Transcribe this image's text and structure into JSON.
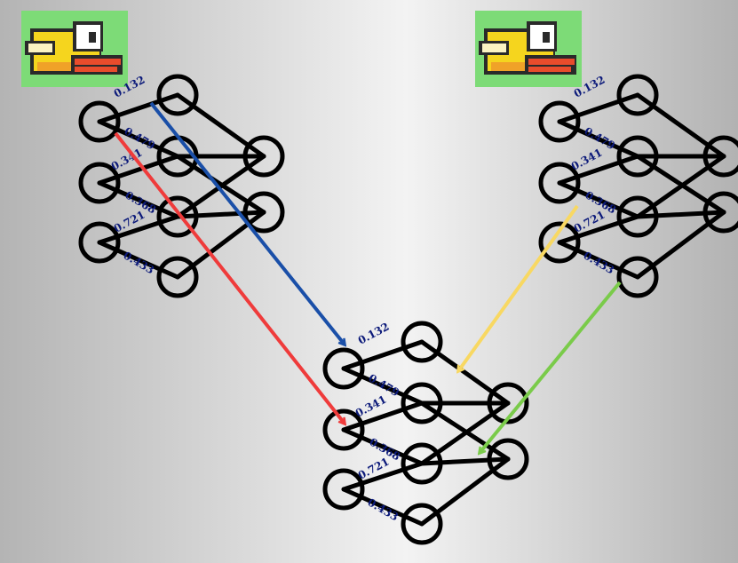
{
  "networks": [
    {
      "id": "parent-left",
      "weights": [
        "0.132",
        "0.479",
        "0.341",
        "0.368",
        "0.721",
        "0.433"
      ]
    },
    {
      "id": "parent-right",
      "weights": [
        "0.132",
        "0.479",
        "0.341",
        "0.368",
        "0.721",
        "0.433"
      ]
    },
    {
      "id": "child",
      "weights": [
        "0.132",
        "0.479",
        "0.341",
        "0.368",
        "0.721",
        "0.433"
      ]
    }
  ],
  "crossover_arrows": [
    {
      "color": "#1a4fa8",
      "from": "parent-left",
      "weight": "0.132"
    },
    {
      "color": "#ef3b3b",
      "from": "parent-left",
      "weight": "0.479"
    },
    {
      "color": "#f8d862",
      "from": "parent-right",
      "weight": "0.368"
    },
    {
      "color": "#7acb4a",
      "from": "parent-right",
      "weight": "0.433"
    }
  ],
  "colors": {
    "weight_label": "#0c1a7a",
    "bird_background": "#7ddb77",
    "bird_body": "#f5d51e",
    "bird_beak": "#e84c2c"
  },
  "icons": [
    "flappy-bird-icon",
    "flappy-bird-icon"
  ]
}
